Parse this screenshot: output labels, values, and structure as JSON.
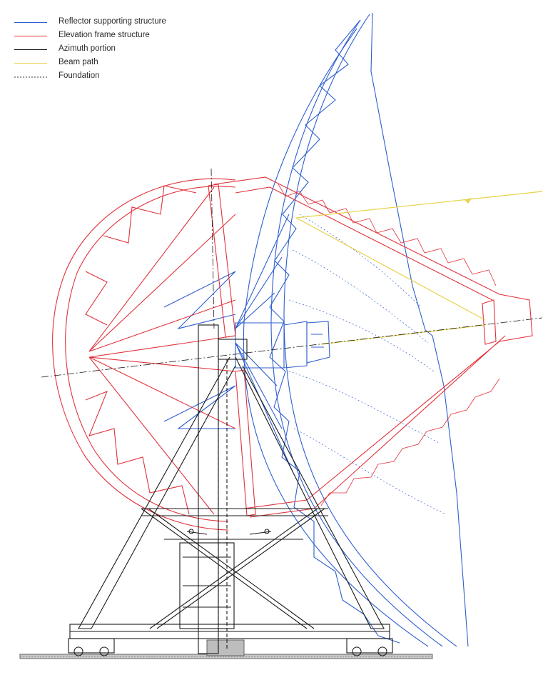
{
  "legend": {
    "items": [
      {
        "label": "Reflector supporting structure",
        "color": "#2f5fcf",
        "style": "solid"
      },
      {
        "label": "Elevation frame structure",
        "color": "#e0323a",
        "style": "solid"
      },
      {
        "label": "Azimuth portion",
        "color": "#1a1a1a",
        "style": "solid"
      },
      {
        "label": "Beam path",
        "color": "#e8d24a",
        "style": "solid"
      },
      {
        "label": "Foundation",
        "color": "#9a9a9a",
        "style": "dotted"
      }
    ]
  },
  "colors": {
    "reflector": "#2f5fcf",
    "elevation": "#e0323a",
    "azimuth": "#1a1a1a",
    "beam": "#e8d24a",
    "foundation": "#9a9a9a"
  }
}
